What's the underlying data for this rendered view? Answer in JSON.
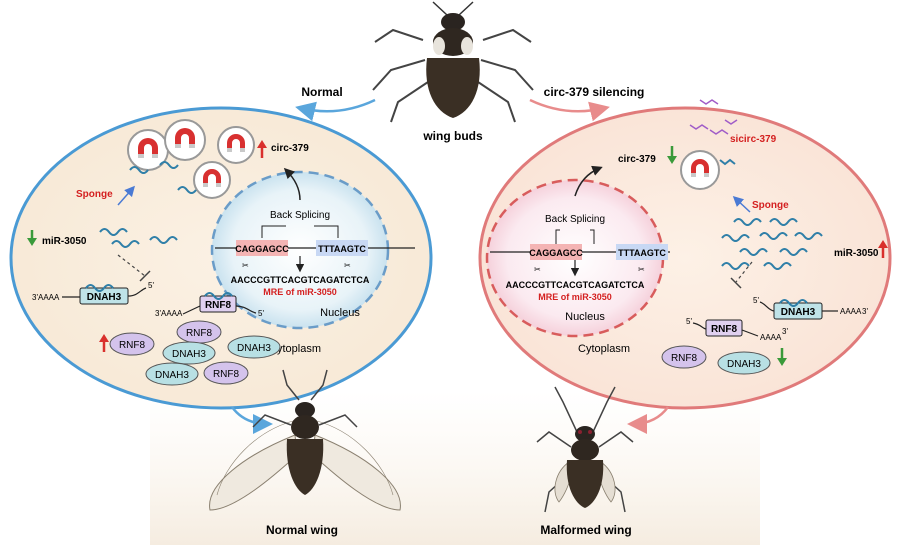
{
  "top": {
    "normal_label": "Normal",
    "silencing_label": "circ-379 silencing",
    "wing_buds_label": "wing buds"
  },
  "left_cell": {
    "circ_label": "circ-379",
    "sponge_label": "Sponge",
    "mirna_label": "miR-3050",
    "back_splicing_label": "Back Splicing",
    "exon_left": "CAGGAGCC",
    "exon_right": "TTTAAGTC",
    "sequence": "AACCCGTTCACGTCAGATCTCA",
    "mre_label": "MRE of miR-3050",
    "nucleus_label": "Nucleus",
    "cytoplasm_label": "Cytoplasm",
    "dnah3_label": "DNAH3",
    "rnf8_label": "RNF8",
    "polya": "AAAA",
    "three_prime": "3'",
    "five_prime": "5'",
    "proteins": [
      "RNF8",
      "RNF8",
      "DNAH3",
      "DNAH3",
      "DNAH3",
      "RNF8"
    ]
  },
  "right_cell": {
    "circ_label": "circ-379",
    "sicirc_label": "sicirc-379",
    "sponge_label": "Sponge",
    "mirna_label": "miR-3050",
    "back_splicing_label": "Back Splicing",
    "exon_left": "CAGGAGCC",
    "exon_right": "TTTAAGTC",
    "sequence": "AACCCGTTCACGTCAGATCTCA",
    "mre_label": "MRE of miR-3050",
    "nucleus_label": "Nucleus",
    "cytoplasm_label": "Cytoplasm",
    "dnah3_label": "DNAH3",
    "rnf8_label": "RNF8",
    "polya": "AAAA",
    "three_prime": "3'",
    "five_prime": "5'",
    "proteins": [
      "RNF8",
      "DNAH3"
    ]
  },
  "bottom": {
    "normal_wing_label": "Normal wing",
    "malformed_wing_label": "Malformed wing"
  },
  "colors": {
    "left_border": "#4a9ad4",
    "right_border": "#e07a7a",
    "up_arrow": "#d9302c",
    "down_arrow": "#3a9a3a",
    "mre_text": "#d42020",
    "rna_blue": "#2f7fa8",
    "protein_purple": "#d4c3ec",
    "protein_teal": "#b8e0e4"
  }
}
